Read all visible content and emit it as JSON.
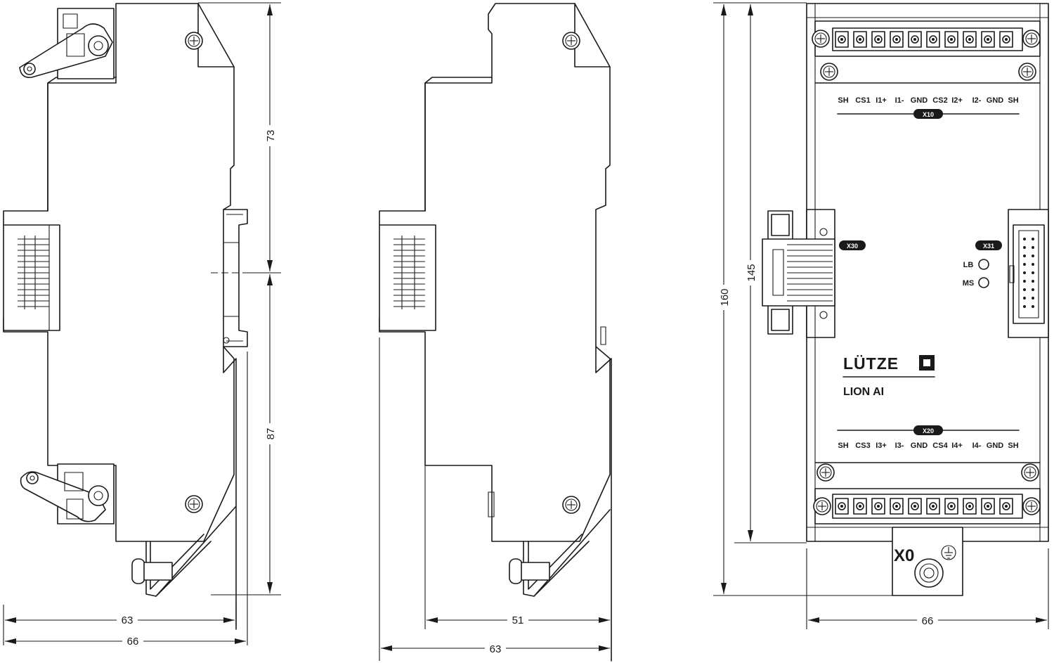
{
  "dimensions": {
    "left_view": {
      "upper_height": "73",
      "lower_height": "87",
      "depth_body": "63",
      "depth_total": "66"
    },
    "middle_view": {
      "depth_body": "51",
      "depth_total": "63"
    },
    "front_view": {
      "total_height": "160",
      "body_height": "145",
      "width": "66"
    }
  },
  "front_panel": {
    "top_terminal_labels": [
      "SH",
      "CS1",
      "I1+",
      "I1-",
      "GND",
      "CS2",
      "I2+",
      "I2-",
      "GND",
      "SH"
    ],
    "bottom_terminal_labels": [
      "SH",
      "CS3",
      "I3+",
      "I3-",
      "GND",
      "CS4",
      "I4+",
      "I4-",
      "GND",
      "SH"
    ],
    "connector_top_tag": "X10",
    "connector_bottom_tag": "X20",
    "connector_left_tag": "X30",
    "connector_right_tag": "X31",
    "led_labels": [
      "LB",
      "MS"
    ],
    "brand": "LÜTZE",
    "model": "LION AI",
    "ground_tag": "X0"
  },
  "colors": {
    "line": "#1a1a1a",
    "background": "#ffffff"
  }
}
